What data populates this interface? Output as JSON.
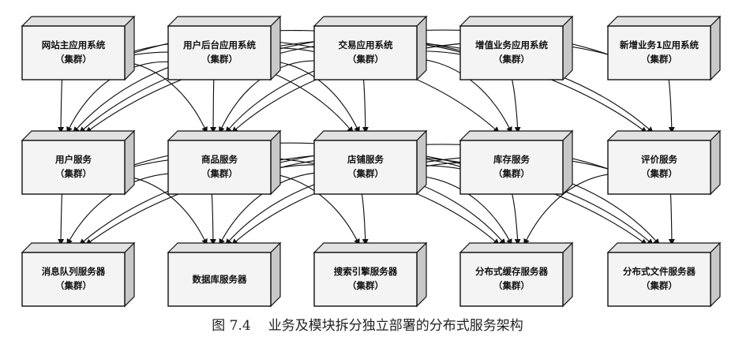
{
  "tiers": [
    {
      "name": "application",
      "boxes": [
        {
          "line1": "网站主应用系统",
          "line2": "（集群）"
        },
        {
          "line1": "用户后台应用系统",
          "line2": "（集群）"
        },
        {
          "line1": "交易应用系统",
          "line2": "（集群）"
        },
        {
          "line1": "增值业务应用系统",
          "line2": "（集群）"
        },
        {
          "line1": "新增业务1应用系统",
          "line2": "（集群）"
        }
      ]
    },
    {
      "name": "service",
      "boxes": [
        {
          "line1": "用户服务",
          "line2": "（集群）"
        },
        {
          "line1": "商品服务",
          "line2": "（集群）"
        },
        {
          "line1": "店铺服务",
          "line2": "（集群）"
        },
        {
          "line1": "库存服务",
          "line2": "（集群）"
        },
        {
          "line1": "评价服务",
          "line2": "（集群）"
        }
      ]
    },
    {
      "name": "infrastructure",
      "boxes": [
        {
          "line1": "消息队列服务器",
          "line2": "（集群）"
        },
        {
          "line1": "数据库服务器",
          "line2": ""
        },
        {
          "line1": "搜索引擎服务器",
          "line2": "（集群）"
        },
        {
          "line1": "分布式缓存服务器",
          "line2": "（集群）"
        },
        {
          "line1": "分布式文件服务器",
          "line2": "（集群）"
        }
      ]
    }
  ],
  "connections": {
    "app_to_service": [
      [
        0,
        0
      ],
      [
        0,
        1
      ],
      [
        0,
        2
      ],
      [
        0,
        3
      ],
      [
        0,
        4
      ],
      [
        1,
        0
      ],
      [
        1,
        1
      ],
      [
        1,
        2
      ],
      [
        1,
        4
      ],
      [
        2,
        0
      ],
      [
        2,
        1
      ],
      [
        2,
        2
      ],
      [
        2,
        3
      ],
      [
        3,
        0
      ],
      [
        3,
        1
      ],
      [
        3,
        3
      ],
      [
        4,
        0
      ],
      [
        4,
        1
      ],
      [
        4,
        4
      ]
    ],
    "service_to_infra": [
      [
        0,
        0
      ],
      [
        0,
        1
      ],
      [
        0,
        3
      ],
      [
        0,
        4
      ],
      [
        1,
        0
      ],
      [
        1,
        1
      ],
      [
        1,
        2
      ],
      [
        1,
        3
      ],
      [
        1,
        4
      ],
      [
        2,
        1
      ],
      [
        2,
        2
      ],
      [
        2,
        3
      ],
      [
        2,
        4
      ],
      [
        3,
        0
      ],
      [
        3,
        1
      ],
      [
        3,
        3
      ],
      [
        4,
        0
      ],
      [
        4,
        1
      ],
      [
        4,
        3
      ],
      [
        4,
        4
      ]
    ]
  },
  "caption": {
    "figure_number": "图 7.4",
    "title": "业务及模块拆分独立部署的分布式服务架构"
  },
  "colors": {
    "box_front": "#f4f4f4",
    "box_top": "#e2e2e2",
    "box_side": "#c8c8c8",
    "stroke": "#111111"
  }
}
